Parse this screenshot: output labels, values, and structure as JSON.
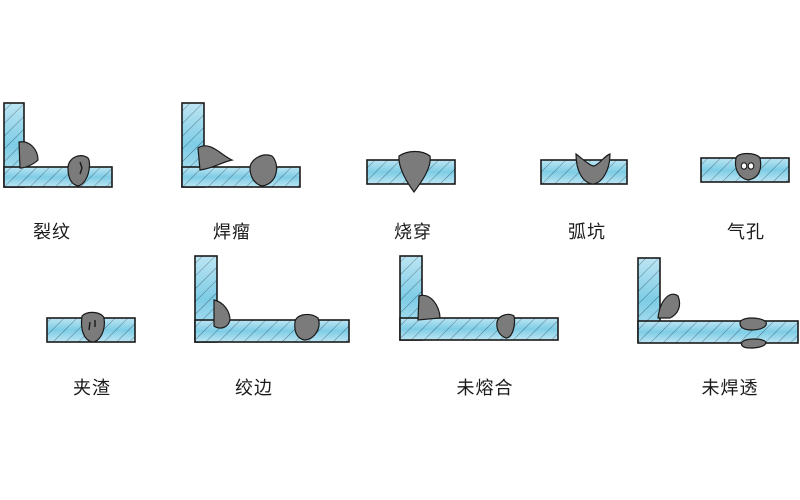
{
  "diagram": {
    "type": "welding-defects-illustration",
    "colors": {
      "plate_light": "#dff3fa",
      "plate_dark": "#4fb6d8",
      "hatch_line": "#2a3a44",
      "weld": "#7b7b7b",
      "outline": "#1a1a1a"
    },
    "defects": [
      {
        "id": "crack",
        "label": "裂纹"
      },
      {
        "id": "weld-tumor",
        "label": "焊瘤"
      },
      {
        "id": "burn-through",
        "label": "烧穿"
      },
      {
        "id": "crater",
        "label": "弧坑"
      },
      {
        "id": "porosity",
        "label": "气孔"
      },
      {
        "id": "slag-inclusion",
        "label": "夹渣"
      },
      {
        "id": "undercut",
        "label": "绞边"
      },
      {
        "id": "incomplete-fusion",
        "label": "未熔合"
      },
      {
        "id": "incomplete-penetration",
        "label": "未焊透"
      }
    ]
  }
}
